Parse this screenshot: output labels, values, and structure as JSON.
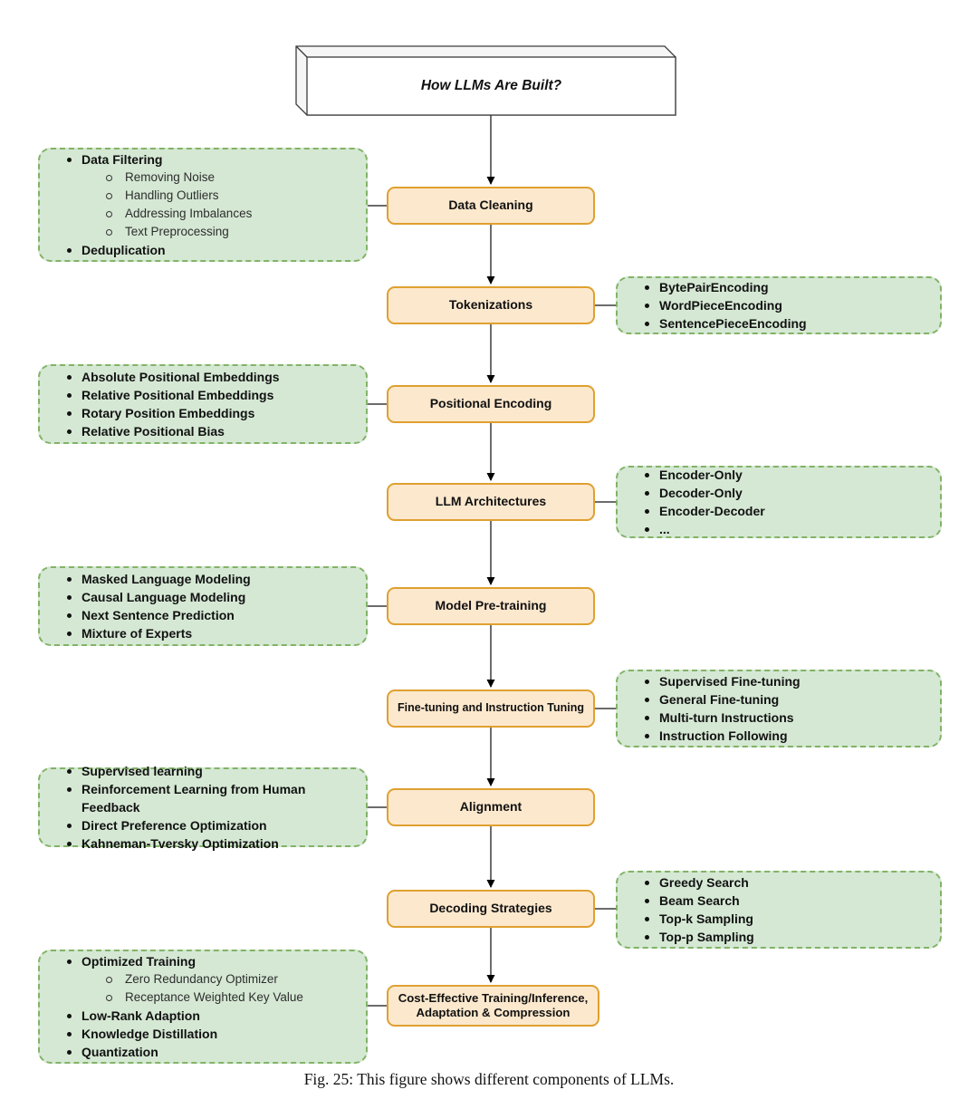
{
  "title": {
    "text": "How LLMs Are Built?"
  },
  "caption": "Fig. 25: This figure shows different components of LLMs.",
  "colors": {
    "step_fill": "#FCE8CD",
    "step_border": "#DFA030",
    "note_fill": "#D5E8D4",
    "note_border": "#82B366",
    "connector": "#3C3C3C",
    "arrowhead": "#000000"
  },
  "flow": {
    "steps": [
      {
        "label": "Data Cleaning"
      },
      {
        "label": "Tokenizations"
      },
      {
        "label": "Positional Encoding"
      },
      {
        "label": "LLM Architectures"
      },
      {
        "label": "Model Pre-training"
      },
      {
        "label": "Fine-tuning and Instruction Tuning"
      },
      {
        "label": "Alignment"
      },
      {
        "label": "Decoding Strategies"
      },
      {
        "label": "Cost-Effective Training/Inference,\nAdaptation & Compression"
      }
    ]
  },
  "notes": [
    {
      "side": "left",
      "linked_step": "Data Cleaning",
      "items": [
        {
          "text": "Data Filtering",
          "level": 1
        },
        {
          "text": "Removing Noise",
          "level": 2
        },
        {
          "text": "Handling Outliers",
          "level": 2
        },
        {
          "text": "Addressing Imbalances",
          "level": 2
        },
        {
          "text": "Text Preprocessing",
          "level": 2
        },
        {
          "text": "Deduplication",
          "level": 1
        }
      ]
    },
    {
      "side": "right",
      "linked_step": "Tokenizations",
      "items": [
        {
          "text": "BytePairEncoding",
          "level": 1
        },
        {
          "text": "WordPieceEncoding",
          "level": 1
        },
        {
          "text": "SentencePieceEncoding",
          "level": 1
        }
      ]
    },
    {
      "side": "left",
      "linked_step": "Positional Encoding",
      "items": [
        {
          "text": "Absolute Positional Embeddings",
          "level": 1
        },
        {
          "text": "Relative Positional Embeddings",
          "level": 1
        },
        {
          "text": "Rotary Position Embeddings",
          "level": 1
        },
        {
          "text": "Relative Positional Bias",
          "level": 1
        }
      ]
    },
    {
      "side": "right",
      "linked_step": "LLM Architectures",
      "items": [
        {
          "text": "Encoder-Only",
          "level": 1
        },
        {
          "text": "Decoder-Only",
          "level": 1
        },
        {
          "text": "Encoder-Decoder",
          "level": 1
        },
        {
          "text": "...",
          "level": 1
        }
      ]
    },
    {
      "side": "left",
      "linked_step": "Model Pre-training",
      "items": [
        {
          "text": "Masked Language Modeling",
          "level": 1
        },
        {
          "text": "Causal Language Modeling",
          "level": 1
        },
        {
          "text": "Next Sentence Prediction",
          "level": 1
        },
        {
          "text": "Mixture of Experts",
          "level": 1
        }
      ]
    },
    {
      "side": "right",
      "linked_step": "Fine-tuning and Instruction Tuning",
      "items": [
        {
          "text": "Supervised Fine-tuning",
          "level": 1
        },
        {
          "text": "General Fine-tuning",
          "level": 1
        },
        {
          "text": "Multi-turn Instructions",
          "level": 1
        },
        {
          "text": "Instruction Following",
          "level": 1
        }
      ]
    },
    {
      "side": "left",
      "linked_step": "Alignment",
      "items": [
        {
          "text": "Supervised learning",
          "level": 1
        },
        {
          "text": "Reinforcement Learning from Human Feedback",
          "level": 1
        },
        {
          "text": "Direct Preference Optimization",
          "level": 1
        },
        {
          "text": "Kahneman-Tversky Optimization",
          "level": 1
        }
      ]
    },
    {
      "side": "right",
      "linked_step": "Decoding Strategies",
      "items": [
        {
          "text": "Greedy Search",
          "level": 1
        },
        {
          "text": "Beam Search",
          "level": 1
        },
        {
          "text": "Top-k Sampling",
          "level": 1
        },
        {
          "text": "Top-p Sampling",
          "level": 1
        }
      ]
    },
    {
      "side": "left",
      "linked_step": "Cost-Effective Training/Inference, Adaptation & Compression",
      "items": [
        {
          "text": "Optimized Training",
          "level": 1
        },
        {
          "text": "Zero Redundancy Optimizer",
          "level": 2
        },
        {
          "text": "Receptance Weighted Key Value",
          "level": 2
        },
        {
          "text": "Low-Rank Adaption",
          "level": 1
        },
        {
          "text": "Knowledge Distillation",
          "level": 1
        },
        {
          "text": "Quantization",
          "level": 1
        }
      ]
    }
  ]
}
